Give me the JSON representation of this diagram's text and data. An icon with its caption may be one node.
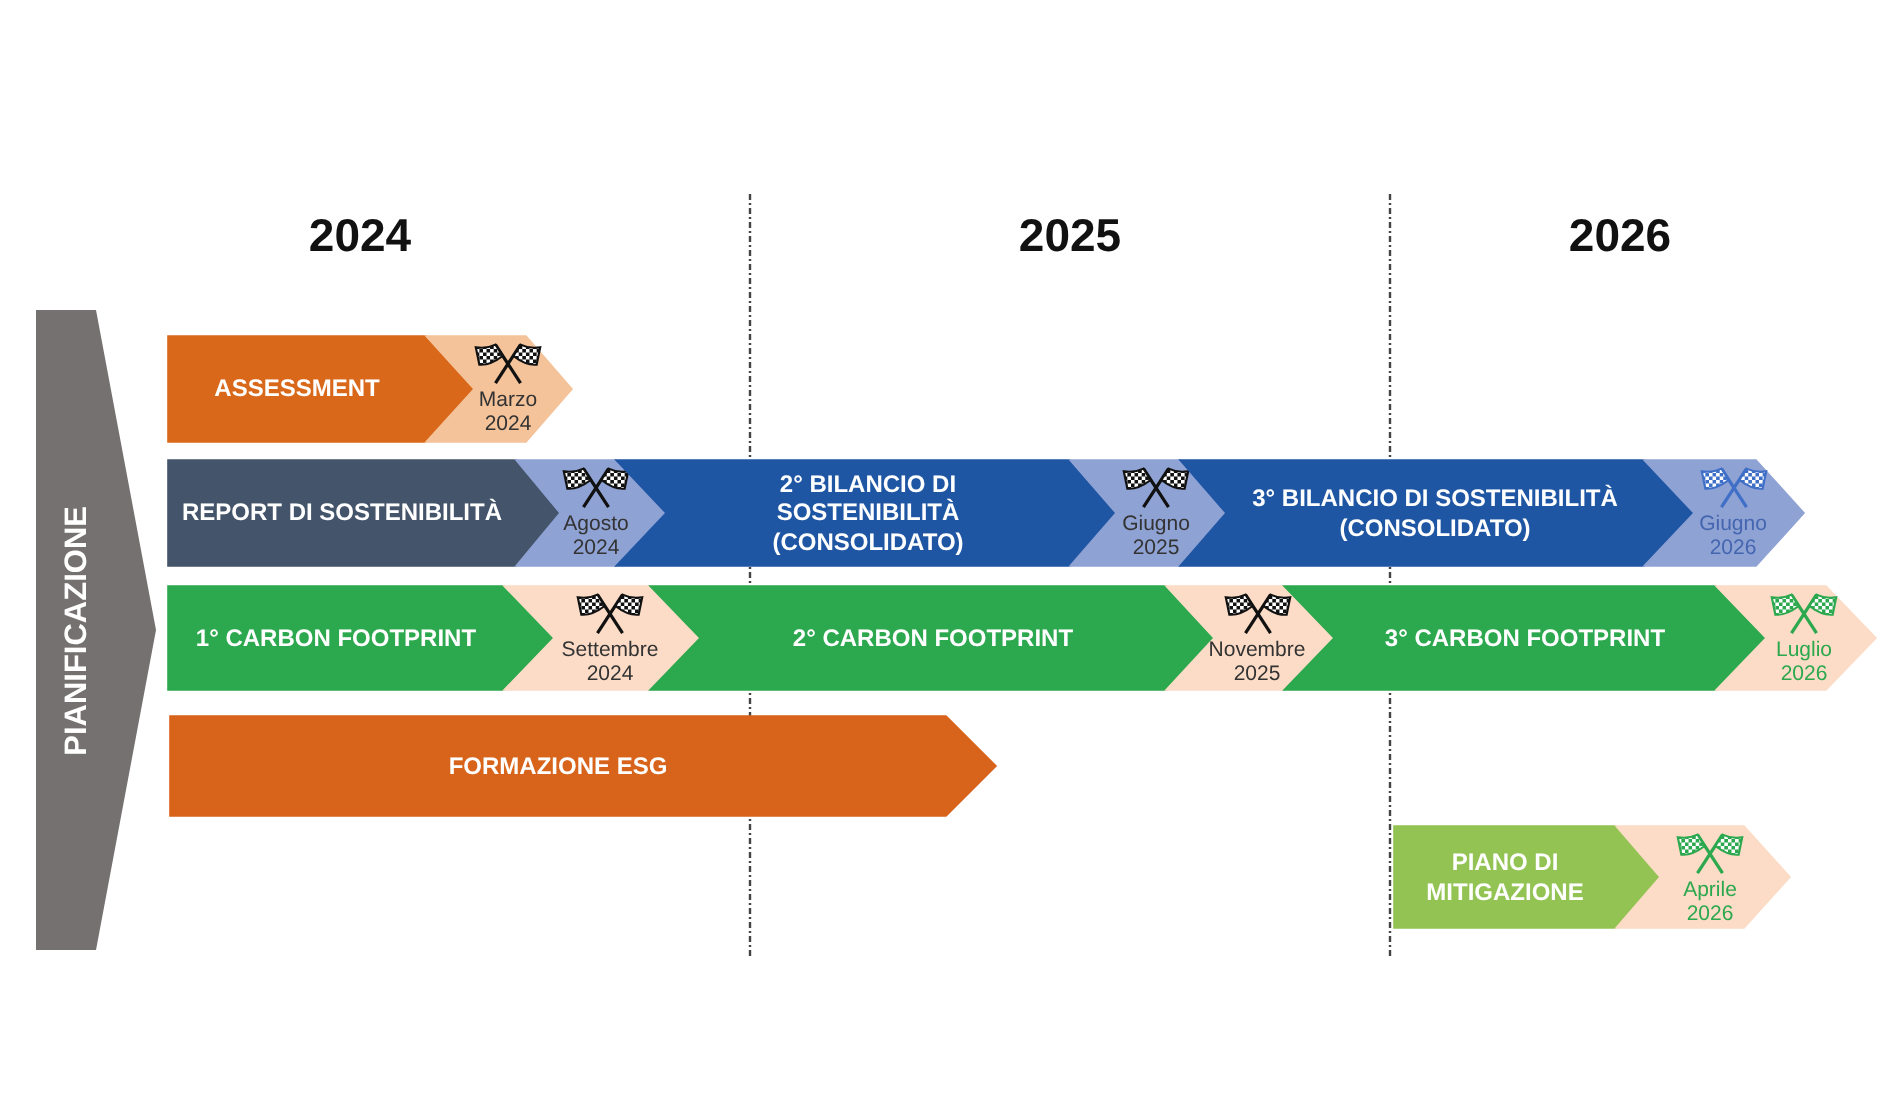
{
  "diagram": {
    "nodes": [
      {
        "text": [
          "PIANIFICAZIONE"
        ]
      },
      {
        "text": [
          "ASSESSMENT"
        ]
      },
      {
        "text": [
          "Marzo 2024"
        ]
      },
      {
        "text": [
          "REPORT DI SOSTENIBILITÀ"
        ]
      },
      {
        "text": [
          "Agosto 2024"
        ]
      },
      {
        "text": [
          "2° BILANCIO DI SOSTENIBILITÀ (CONSOLIDATO)"
        ]
      },
      {
        "text": [
          "Giugno 2025"
        ]
      },
      {
        "text": [
          "3° BILANCIO DI SOSTENIBILITÀ (CONSOLIDATO)"
        ]
      },
      {
        "text": [
          "Giugno 2026"
        ]
      },
      {
        "text": [
          "1° CARBON FOOTPRINT"
        ]
      },
      {
        "text": [
          "Settembre 2024"
        ]
      },
      {
        "text": [
          "2° CARBON FOOTPRINT"
        ]
      },
      {
        "text": [
          "Novembre 2025"
        ]
      },
      {
        "text": [
          "3° CARBON FOOTPRINT"
        ]
      },
      {
        "text": [
          "Luglio 2026"
        ]
      },
      {
        "text": [
          "FORMAZIONE ESG"
        ]
      },
      {
        "text": [
          "PIANO DI MITIGAZIONE"
        ]
      },
      {
        "text": [
          "Aprile 2026"
        ]
      }
    ],
    "labels": [
      "2024",
      "2025",
      "2026"
    ]
  }
}
